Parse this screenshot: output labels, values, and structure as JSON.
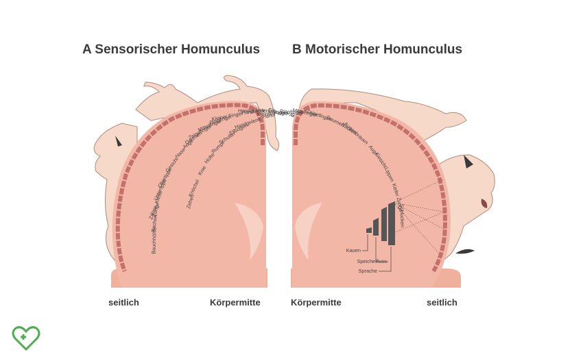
{
  "titles": {
    "a": "A  Sensorischer Homunculus",
    "b": "B  Motorischer Homunculus"
  },
  "axis": {
    "a_left": "seitlich",
    "a_right": "Körpermitte",
    "b_left": "Körpermitte",
    "b_right": "seitlich"
  },
  "sensory_labels": [
    "Genitalien",
    "Zehen",
    "Fuß",
    "Bein",
    "Hüfte",
    "Rumpf",
    "Nacken",
    "Kopf",
    "Schulter",
    "Arm",
    "Ellbogen",
    "Unterarm",
    "Handgelenk",
    "Hand",
    "Kleiner Finger",
    "Ringfinger",
    "Mittelfinger",
    "Zeigefinger",
    "Daumen",
    "Auge",
    "Nase",
    "Gesicht",
    "Oberlippe",
    "Unterlippe",
    "Zähne, Kiefer",
    "Zunge",
    "Rachen",
    "Bauchhöhle"
  ],
  "motor_labels": [
    "Zehen",
    "Knöchel",
    "Knie",
    "Hüfte",
    "Rumpf",
    "Schulter",
    "Ellbogen",
    "Handgelenk",
    "Hand",
    "Kleiner Finger",
    "Ringfinger",
    "Mittelfinger",
    "Zeigefinger",
    "Daumen",
    "Nacken",
    "Augenbrauen",
    "Auge",
    "Gesicht",
    "Lippen",
    "Kiefer",
    "Zunge",
    "Schlucken"
  ],
  "motor_notes": [
    "Kauen",
    "Speichelfluss",
    "Sprache"
  ],
  "colors": {
    "brain": "#f2b7a6",
    "brain_dark": "#e9a493",
    "cortex_band": "#c5716b",
    "skin": "#f7d9ca",
    "outline": "#b08a7c",
    "logo": "#4cae4f"
  },
  "logo_icon": "heart-plus-logo-icon"
}
